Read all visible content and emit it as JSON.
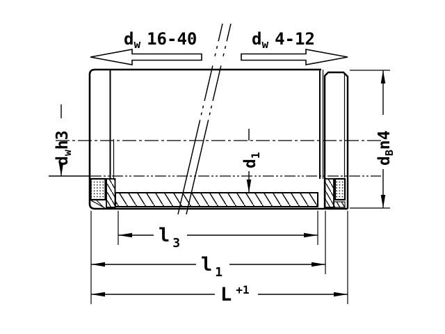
{
  "drawing": {
    "type": "technical-section-drawing",
    "subject": "linear bushing with seals, half-section view",
    "colors": {
      "line": "#000000",
      "background": "#ffffff"
    },
    "top_arrows": {
      "left": {
        "sym": "d",
        "sub": "w",
        "range": "16-40"
      },
      "right": {
        "sym": "d",
        "sub": "w",
        "range": "4-12"
      }
    },
    "dimensions": {
      "shaft": {
        "sym": "d",
        "sub": "w",
        "tol": "h3"
      },
      "bore": {
        "sym": "d",
        "sub": "1"
      },
      "outer": {
        "sym": "d",
        "sub": "B",
        "tol": "n4"
      },
      "l3": {
        "sym": "l",
        "sub": "3"
      },
      "l1": {
        "sym": "l",
        "sub": "1"
      },
      "total": {
        "sym": "L",
        "sup": "+1"
      }
    }
  }
}
